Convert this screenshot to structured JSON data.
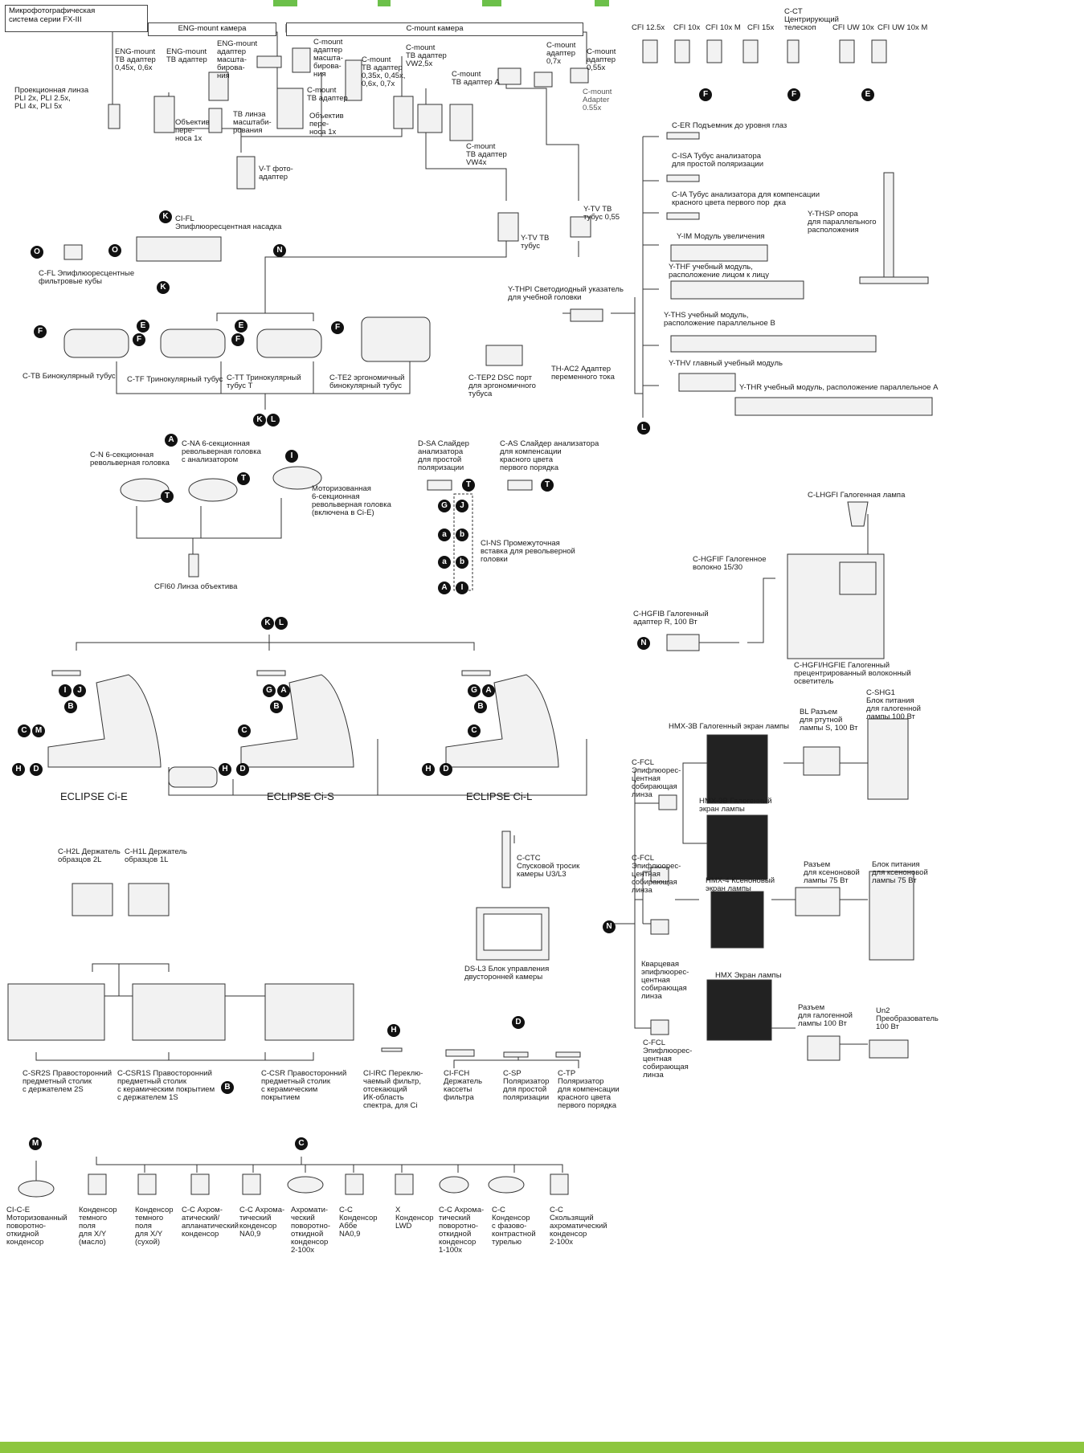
{
  "header_box": "Микрофотографическая\nсистема серии FX-III",
  "group_boxes": {
    "eng": "ENG-mount камера",
    "cmount": "C-mount камера"
  },
  "labels": {
    "eng_tv_045": "ENG-mount\nTB адаптер\n0,45x, 0,6x",
    "eng_tv": "ENG-mount\nTB адаптер",
    "eng_zoom": "ENG-mount\nадаптер\nмасшта-\nбирова-\nния",
    "cm_zoom": "C-mount\nадаптер\nмасшта-\nбирова-\nния",
    "cm_tv_035": "C-mount\nTB адаптер\n0,35x, 0,45x,\n0,6x, 0,7x",
    "cm_vw25": "C-mount\nTB адаптер\nVW2,5x",
    "cm_07": "C-mount\nадаптер\n0,7x",
    "cm_055": "C-mount\nадаптер\n0,55x",
    "cm_adapter_055": "C-mount\nAdapter\n0.55x",
    "cm_tv_a": "C-mount\nTB адаптер A",
    "cm_tv": "C-mount\nTB адаптер",
    "relay_1x_a": "Объектив\nпере-\nноса 1x",
    "relay_1x_b": "Объектив\nпере-\nноса 1x",
    "tv_zoom_lens": "TB линза\nмасштаби-\nрования",
    "cm_vw4": "C-mount\nTB адаптер\nVW4x",
    "pli": "Проекционная линза\nPLI 2x, PLI 2.5x,\nPLI 4x, PLI 5x",
    "vt_photo": "V-T фото-\nадаптер",
    "ytv_tube": "Y-TV TB\nтубус",
    "ytv_055": "Y-TV TB\nтубус 0,55",
    "cifl": "CI-FL\nЭпифлюоресцентная насадка",
    "cfl_cubes": "C-FL Эпифлюоресцентные\nфильтровые кубы",
    "ctb": "C-TB Бинокулярный тубус",
    "ctf": "C-TF Тринокулярный тубус",
    "ctt": "C-TT Тринокулярный\nтубус T",
    "cte2": "C-TE2 эргономичный\nбинокулярный тубус",
    "ctep2": "C-TEP2 DSC порт\nдля эргономичного\nтубуса",
    "thac2": "TH-AC2 Адаптер\nпеременного тока",
    "ythpi": "Y-THPI Светодиодный указатель\nдля учебной головки",
    "cfi_125": "CFI 12.5x",
    "cfi_10": "CFI 10x",
    "cfi_10m": "CFI 10x M",
    "cfi_15": "CFI 15x",
    "cct": "C-CT\nЦентрирующий\nтелескоп",
    "cfi_uw10": "CFI UW 10x",
    "cfi_uw10m": "CFI UW 10x M",
    "cer": "C-ER Подъемник до уровня глаз",
    "cisa": "C-ISA Тубус анализатора\nдля простой поляризации",
    "cia": "C-IA Тубус анализатора для компенсации\nкрасного цвета первого пор  дка",
    "ythsp": "Y-THSP опора\nдля параллельного\nрасположения",
    "yim": "Y-IM Модуль увеличения",
    "ythf": "Y-THF учебный модуль,\nрасположение лицом к лицу",
    "yths": "Y-THS учебный модуль,\nрасположение параллельное B",
    "ythv": "Y-THV главный учебный модуль",
    "ythr": "Y-THR учебный модуль, расположение параллельное A",
    "cn": "C-N 6-секционная\nревольверная головка",
    "cna": "C-NA 6-секционная\nревольверная головка\nс анализатором",
    "motor_nose": "Моторизованная\n6-секционная\nревольверная головка\n(включена в Ci-E)",
    "cfi60": "CFI60 Линза объектива",
    "dsa": "D-SA Слайдер\nанализатора\nдля простой\nполяризации",
    "cas": "C-AS Слайдер анализатора\nдля компенсации\nкрасного цвета\nпервого порядка",
    "cins": "CI-NS Промежуточная\nвставка для револьверной\nголовки",
    "clhgfi": "C-LHGFI Галогенная лампа",
    "chgfif": "C-HGFIF Галогенное\nволокно 15/30",
    "chgfib": "C-HGFIB Галогенный\nадаптер R, 100 Вт",
    "chgfi_hgfie": "C-HGFI/HGFIE Галогенный\nпрецентрированный волоконный\nосветитель",
    "eclipse_ci_e": "ECLIPSE Ci-E",
    "eclipse_ci_s": "ECLIPSE Ci-S",
    "eclipse_ci_l": "ECLIPSE Ci-L",
    "hmx3b_a": "HMX-3B Галогенный экран лампы",
    "bl_socket": "BL Разъем\nдля ртутной\nлампы S, 100 Вт",
    "cshg1": "C-SHG1\nБлок питания\nдля галогенной\nлампы 100 Вт",
    "cfcl_a": "C-FCL\nЭпифлюорес-\nцентная\nсобирающая\nлинза",
    "hmx3b_b": "HMX-3B Галогенный\nэкран лампы",
    "cfcl_b": "C-FCL\nЭпифлюорес-\nцентная\nсобирающая\nлинза",
    "hmx4": "HMX-4 Ксеноновый\nэкран лампы",
    "xenon_socket": "Разъем\nдля ксеноновой\nлампы 75 Вт",
    "xenon_psu": "Блок питания\nдля ксеноновой\nлампы 75 Вт",
    "quartz_cfcl": "Кварцевая\nэпифлюорес-\nцентная\nсобирающая\nлинза",
    "hmx": "HMX Экран лампы",
    "halogen_socket": "Разъем\nдля галогенной\nлампы 100 Вт",
    "un2": "Un2\nПреобразователь\n100 Вт",
    "cfcl_c": "C-FCL\nЭпифлюорес-\nцентная\nсобирающая\nлинза",
    "cctc": "C-CTC\nСпусковой тросик\nкамеры U3/L3",
    "dsl3": "DS-L3 Блок управления\nдвусторонней камеры",
    "ch2l": "C-H2L Держатель\nобразцов 2L",
    "ch1l": "C-H1L Держатель\nобразцов 1L",
    "csr2s": "C-SR2S Правосторонний\nпредметный столик\nс держателем 2S",
    "ccsr1s": "C-CSR1S Правосторонний\nпредметный столик\nс керамическим покрытием\nс держателем 1S",
    "ccsr": "C-CSR Правосторонний\nпредметный столик\nс керамическим\nпокрытием",
    "ciirc": "CI-IRC Переклю-\nчаемый фильтр,\nотсекающий\nИК-область\nспектра, для Ci",
    "cifch": "CI-FCH\nДержатель\nкассеты\nфильтра",
    "csp": "C-SP\nПоляризатор\nдля простой\nполяризации",
    "ctp": "C-TP\nПоляризатор\nдля компенсации\nкрасного цвета\nпервого порядка",
    "cice": "CI-C-E\nМоторизованный\nповоротно-\nоткидной\nконденсор",
    "df_oil": "Конденсор\nтемного\nполя\nдля X/Y\n(масло)",
    "df_dry": "Конденсор\nтемного\nполя\nдля X/Y\n(сухой)",
    "cc_achr_apl": "C-C Ахром-\nатический/\nапланатический\nконденсор",
    "cc_achr_09": "C-C Ахрома-\nтический\nконденсор\nNA0,9",
    "achr_swing": "Ахромати-\nческий\nповоротно-\nоткидной\nконденсор\n2-100x",
    "cc_abbe": "C-C\nКонденсор\nАббе\nNA0,9",
    "x_lwd": "X\nКонденсор\nLWD",
    "cc_achr_swing": "C-C Ахрома-\nтический\nповоротно-\nоткидной\nконденсор\n1-100x",
    "cc_phase": "C-C\nКонденсор\nс фазово-\nконтрастной\nтурелью",
    "cc_slide": "C-C\nСкользящий\nахроматический\nконденсор\n2-100x"
  },
  "markers": {
    "A": "A",
    "B": "B",
    "C": "C",
    "D": "D",
    "E": "E",
    "F": "F",
    "G": "G",
    "H": "H",
    "I": "I",
    "J": "J",
    "K": "K",
    "L": "L",
    "M": "M",
    "N": "N",
    "O": "O",
    "T": "T",
    "a": "a",
    "b": "b"
  }
}
